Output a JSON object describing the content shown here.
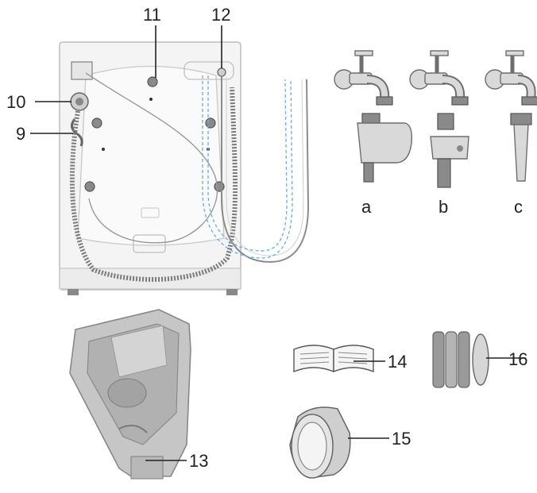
{
  "labels": {
    "l9": "9",
    "l10": "10",
    "l11": "11",
    "l12": "12",
    "l13": "13",
    "l14": "14",
    "l15": "15",
    "l16": "16",
    "la": "a",
    "lb": "b",
    "lc": "c"
  }
}
